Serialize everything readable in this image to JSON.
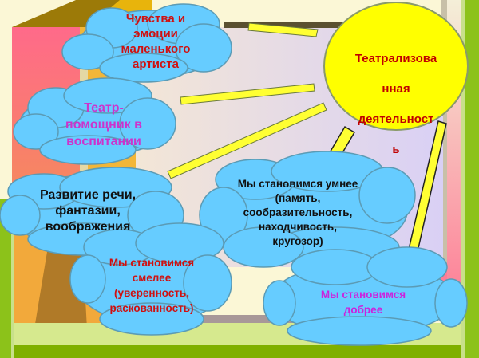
{
  "diagram": {
    "center": {
      "lines": [
        "Театрализова",
        "нная",
        "деятельност",
        "ь"
      ],
      "fill": "#ffff00",
      "text_color": "#c00000"
    },
    "clouds": [
      {
        "id": "feelings",
        "lines": [
          "Чувства и",
          "эмоции",
          "маленького",
          "артиста"
        ],
        "text_color": "#d01010"
      },
      {
        "id": "theatre-helper",
        "lines": [
          "Театр-",
          "помощник в",
          "воспитании"
        ],
        "text_color": "#cc33cc"
      },
      {
        "id": "speech",
        "lines": [
          "Развитие речи,",
          "фантазии,",
          "воображения"
        ],
        "text_color": "#111111"
      },
      {
        "id": "smarter",
        "lines": [
          "Мы становимся умнее",
          "(память,",
          "сообразительность,",
          "находчивость,",
          "кругозор)"
        ],
        "text_color": "#111111"
      },
      {
        "id": "braver",
        "lines": [
          "Мы становимся",
          "смелее",
          "(уверенность,",
          "раскованность)"
        ],
        "text_color": "#d01010"
      },
      {
        "id": "kinder",
        "lines": [
          "Мы становимся",
          "добрее"
        ],
        "text_color": "#cc22dd"
      }
    ],
    "colors": {
      "cloud_fill": "#66ccff",
      "cloud_stroke": "#5b9bb5",
      "ray_fill": "#ffff33",
      "frame_green": "#7fb800",
      "curtain_pink": "#ff6a8a",
      "curtain_orange": "#f2a93b"
    }
  }
}
